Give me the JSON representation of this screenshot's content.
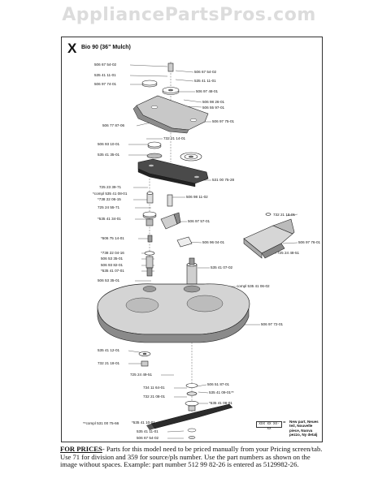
{
  "watermark": "AppliancePartsPros.com",
  "section": {
    "letter": "X",
    "title": "Bio 90 (36\" Mulch)"
  },
  "labels": {
    "l1": "506 67 54-02",
    "l2": "535 41 11-01",
    "l3": "506 97 74-01",
    "l4": "506 67 54-02",
    "l5": "535 41 11-01",
    "l6": "506 97 48-01",
    "l7": "506 98 26-01",
    "l8": "506 55 97-01",
    "l9": "506 97 75-01",
    "l10": "506 77 87-06",
    "l11": "732 21 14-01",
    "l12": "506 93 10-01",
    "l13": "535 41 35-01",
    "l14": "531 00 75-28",
    "l15": "725 23 39-71",
    "l16": "*compl 535 41 08-01",
    "l17": "*738 22 06-15",
    "l18": "506 98 11-02",
    "l19": "725 24 55-71",
    "l20": "*535 41 34-01",
    "l21": "506 97 57-01",
    "l22": "732 21 18-01",
    "l23": "*506 75 14-01",
    "l24": "506 96 04-01",
    "l25": "506 97 76-01",
    "l26": "*738 22 04-16",
    "l27": "506 53 35-01",
    "l28": "506 93 82-01",
    "l29": "*535 41 07-01",
    "l30": "506 53 35-01",
    "l31": "535 41 07-02",
    "l32": "725 24 48-51",
    "l33": "compl 535 41 06-02",
    "l34": "506 97 72-01",
    "l35": "535 41 12-01",
    "l36": "732 21 18-01",
    "l37": "725 24 49-51",
    "l38": "506 51 87-01",
    "l39": "734 11 64-01",
    "l40": "535 41 09-01**",
    "l41": "732 21 08-01",
    "l42": "*535 41 08-01",
    "l43": "**compl 531 00 75-66",
    "l44": "*535 41 10-01",
    "l45": "535 41 11-01",
    "l46": "506 67 54-02"
  },
  "legend": {
    "code": "XXX XX XX-XX",
    "text": "New part, Neues teil, Nouvelle piece, Nuova pezzo, Ny detalj"
  },
  "footer": {
    "heading": "FOR PRICES",
    "text": "- Parts for this model need to be priced manually from your Pricing screen/tab. Use 71 for division and 359 for source/pls number. Use the part numbers as shown on the image without spaces. Example: part number 512 99 82-26 is entered as 5129982-26."
  }
}
